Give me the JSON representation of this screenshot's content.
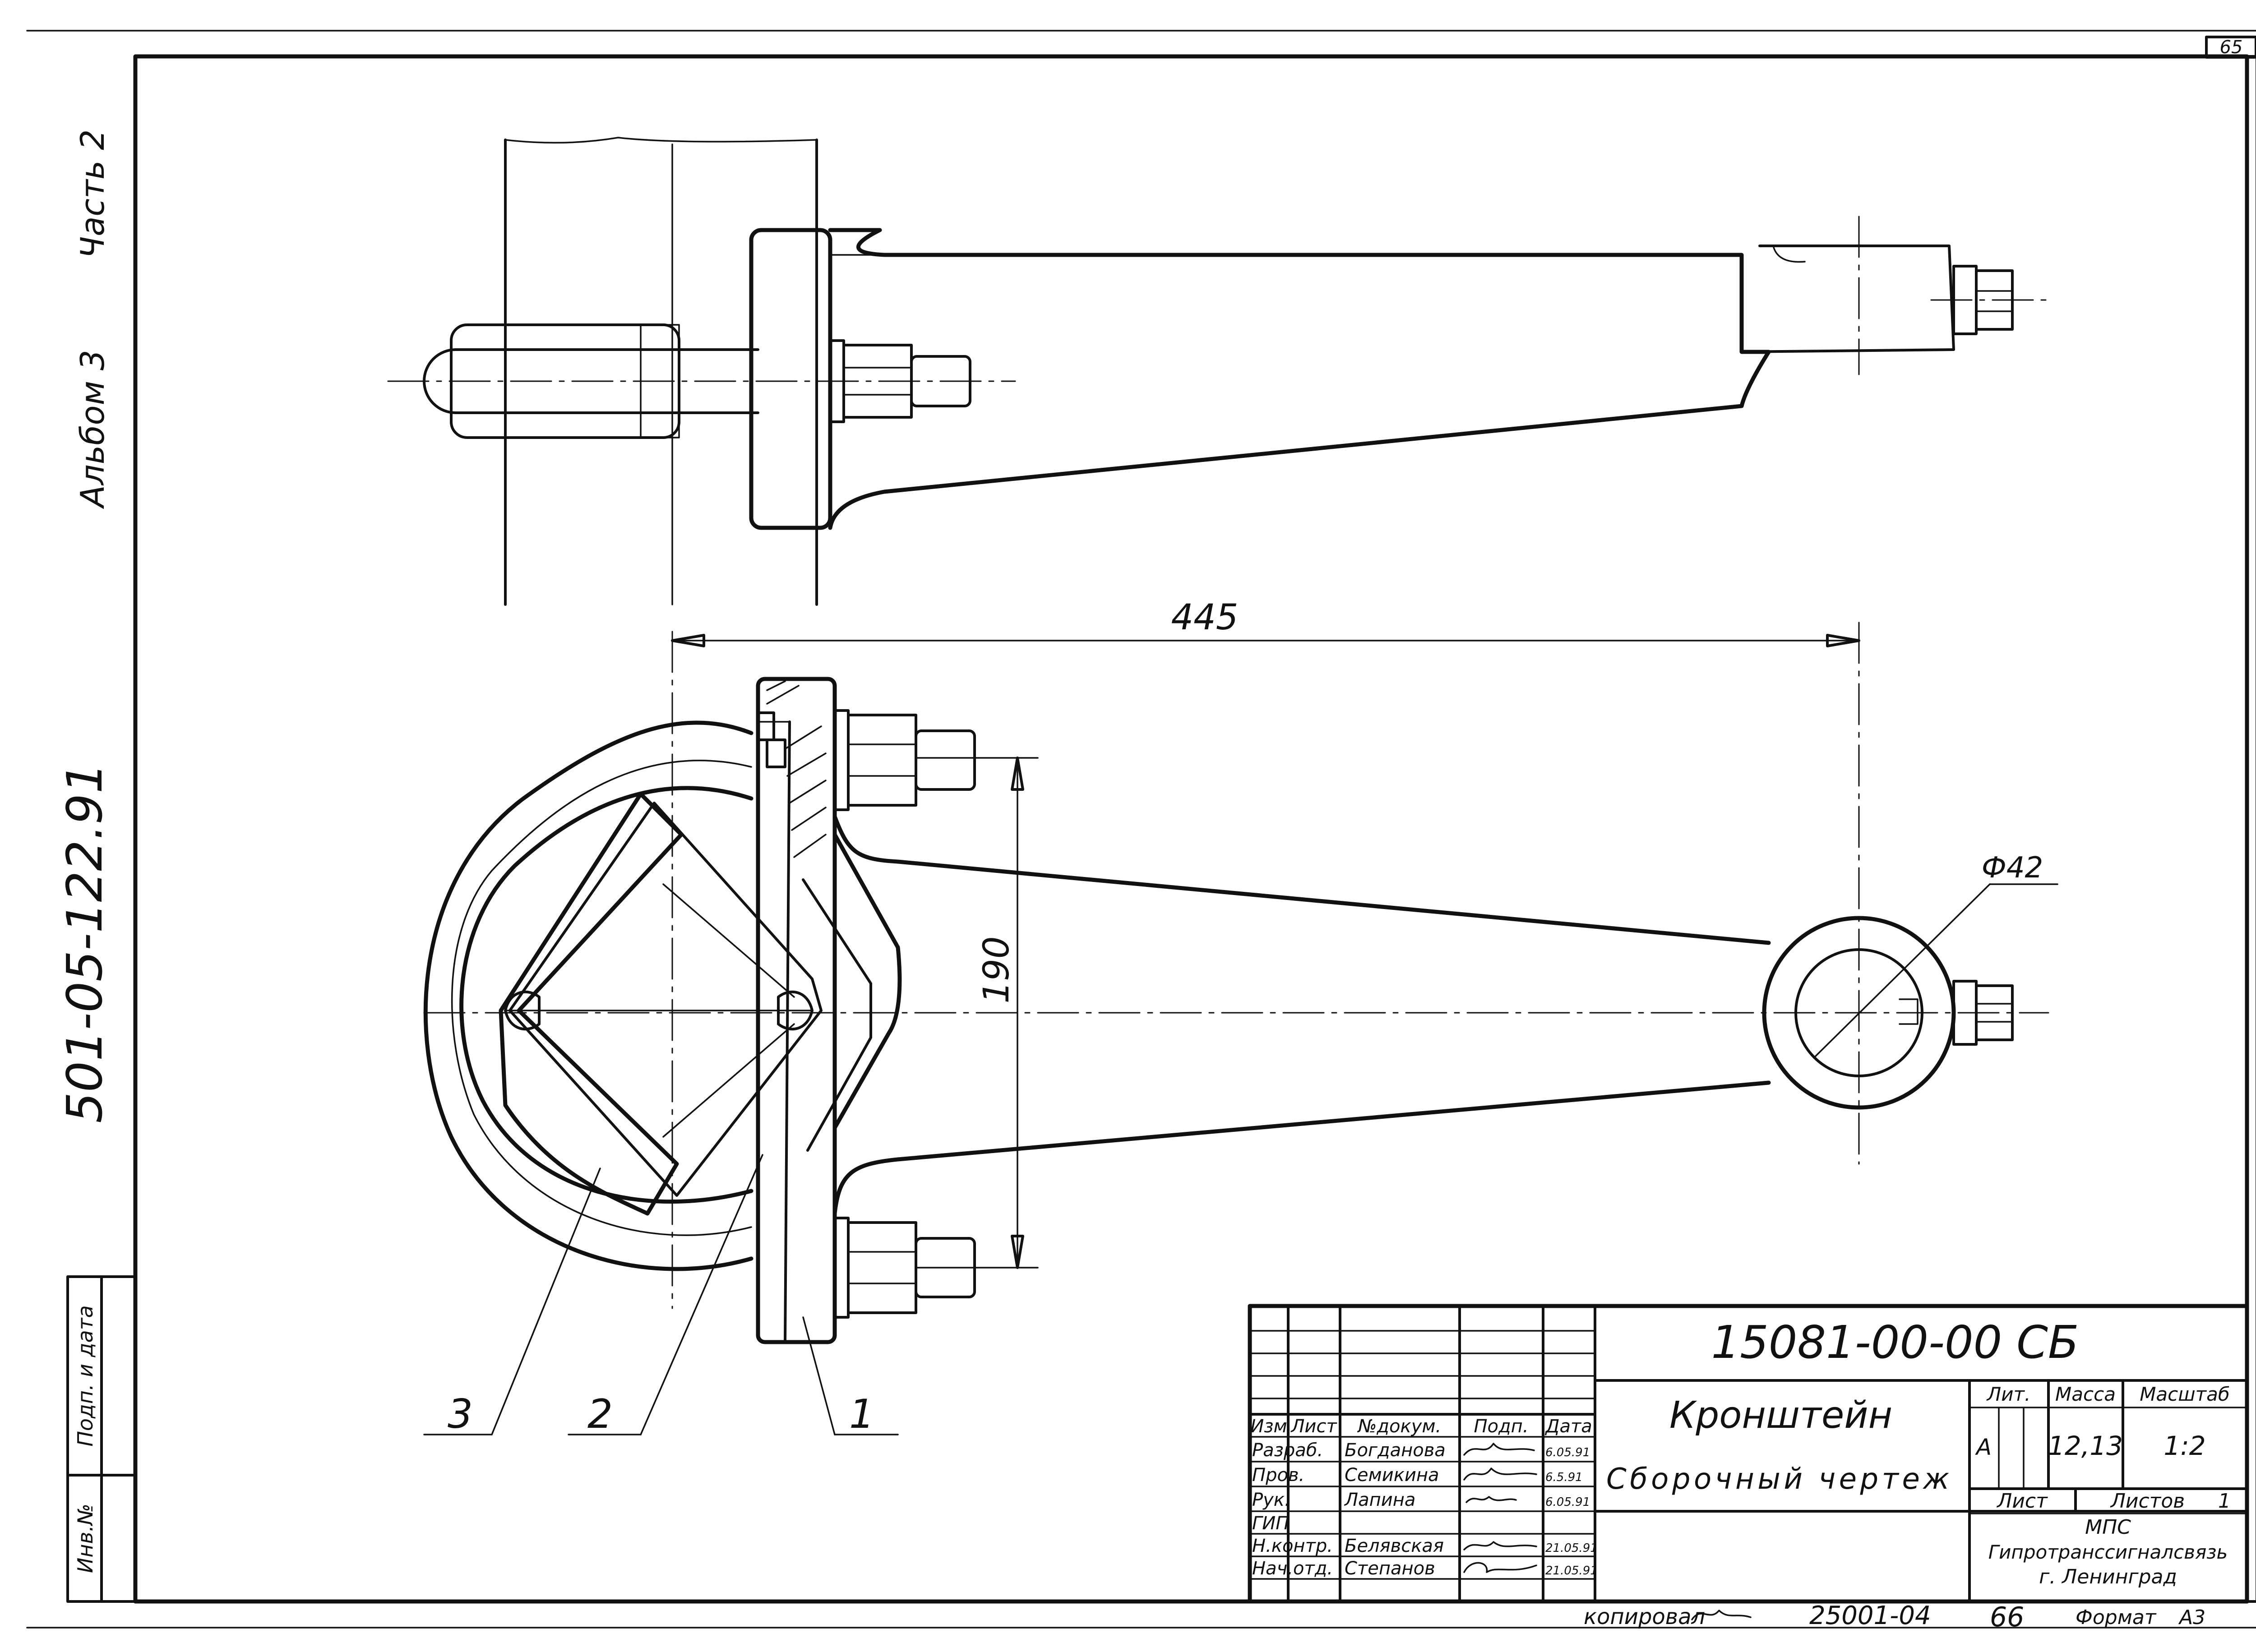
{
  "sheet": {
    "page_number": "65",
    "side_labels": {
      "part": "Часть 2",
      "album": "Альбом 3",
      "series": "501-05-122.91"
    },
    "left_stamp": {
      "inventory": "Инв.№",
      "signature_date": "Подп. и дата"
    }
  },
  "drawing": {
    "dim_length": "445",
    "dim_height": "190",
    "dim_diameter": "Ф42",
    "leader_labels": [
      "3",
      "2",
      "1"
    ]
  },
  "title_block": {
    "document_code": "15081-00-00 СБ",
    "item_name": "Кронштейн",
    "doc_type": "Сборочный чертеж",
    "headers": {
      "change": "Изм",
      "sheet": "Лист",
      "doc_no": "№докум.",
      "signature": "Подп.",
      "date": "Дата",
      "lit": "Лит.",
      "mass": "Масса",
      "scale": "Масштаб"
    },
    "lit_value": "А",
    "mass_value": "12,13",
    "scale_value": "1:2",
    "sheet_label": "Лист",
    "sheets_label": "Листов",
    "sheets_value": "1",
    "signatories": [
      {
        "role": "Разраб.",
        "name": "Богданова",
        "date": "6.05.91"
      },
      {
        "role": "Пров.",
        "name": "Семикина",
        "date": "6.5.91"
      },
      {
        "role": "Рук.",
        "name": "Лапина",
        "date": "6.05.91"
      },
      {
        "role": "ГИП",
        "name": "",
        "date": ""
      },
      {
        "role": "Н.контр.",
        "name": "Белявская",
        "date": "21.05.91"
      },
      {
        "role": "Нач.отд.",
        "name": "Степанов",
        "date": "21.05.91"
      }
    ],
    "organization": {
      "line1": "МПС",
      "line2": "Гипротранссигналсвязь",
      "line3": "г. Ленинград"
    }
  },
  "footer": {
    "copied": "копировал",
    "number": "25001-04",
    "sheet": "66",
    "format_label": "Формат",
    "format_value": "А3"
  }
}
